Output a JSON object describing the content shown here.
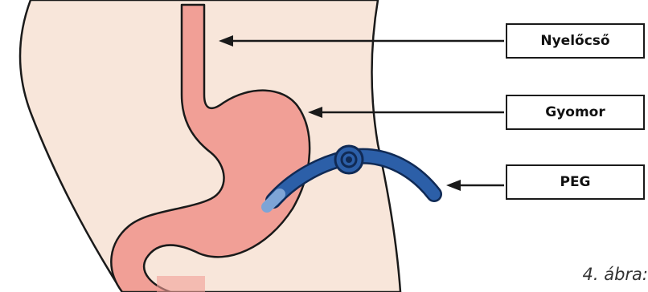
{
  "labels": {
    "esophagus": "Nyelőcső",
    "stomach": "Gyomor",
    "peg": "PEG"
  },
  "caption": "4. ábra:",
  "colors": {
    "skin": "#f8e6da",
    "organ": "#f19f96",
    "organ_outline": "#1a1a1a",
    "tube": "#2c5fa8",
    "arrow": "#1a1a1a"
  }
}
